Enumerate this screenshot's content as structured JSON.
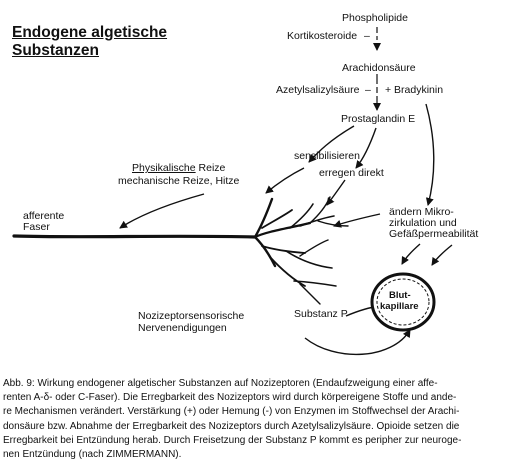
{
  "title": {
    "line1": "Endogene algetische",
    "line2": "Substanzen"
  },
  "labels": {
    "phospholipide": "Phospholipide",
    "kortikosteroide": "Kortikosteroide",
    "minus1": "–",
    "arachidonsaeure": "Arachidonsäure",
    "azetylsalizylsaeure": "Azetylsalizylsäure",
    "minus2": "–",
    "plus_bradykinin": "+ Bradykinin",
    "prostaglandin": "Prostaglandin E",
    "sensibilisieren": "sensibilisieren",
    "erregen_direkt": "erregen direkt",
    "physikalische_underlined": "Physikalische",
    "physikalische_rest": " Reize",
    "mechanische": "mechanische Reize, Hitze",
    "afferente": "afferente",
    "faser": "Faser",
    "aendern1": "ändern Mikro-",
    "aendern2": "zirkulation und",
    "aendern3": "Gefäßpermeabilität",
    "blut1": "Blut-",
    "blut2": "kapillare",
    "nozi1": "Nozizeptorsensorische",
    "nozi2": "Nervenendigungen",
    "substanz_p": "Substanz P"
  },
  "caption": {
    "lines": [
      "Abb. 9: Wirkung endogener algetischer Substanzen auf Nozizeptoren (Endaufzweigung einer affe-",
      "renten A-δ- oder C-Faser). Die Erregbarkeit des Nozizeptors wird durch körpereigene Stoffe und ande-",
      "re Mechanismen verändert. Verstärkung (+) oder Hemung (-) von Enzymen im Stoffwechsel der Arachi-",
      "donsäure bzw. Abnahme der Erregbarkeit des Nozizeptors durch Azetylsalizylsäure. Opioide setzen die",
      "Erregbarkeit bei Entzündung herab. Durch Freisetzung der Substanz P kommt es peripher zur neuroge-",
      "nen Entzündung (nach ZIMMERMANN)."
    ]
  }
}
